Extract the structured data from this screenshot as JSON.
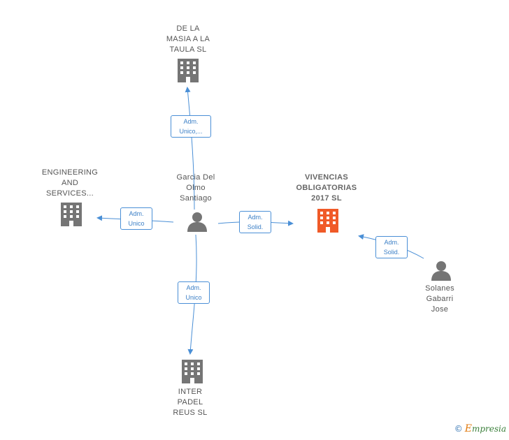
{
  "nodes": {
    "masia": {
      "label_lines": [
        "DE LA",
        "MASIA A LA",
        "TAULA  SL"
      ],
      "type": "company"
    },
    "engineering": {
      "label_lines": [
        "ENGINEERING",
        "AND",
        "SERVICES..."
      ],
      "type": "company"
    },
    "vivencias": {
      "label_lines": [
        "VIVENCIAS",
        "OBLIGATORIAS",
        "2017  SL"
      ],
      "type": "company-focus"
    },
    "inter_padel": {
      "label_lines": [
        "INTER",
        "PADEL",
        "REUS  SL"
      ],
      "type": "company"
    },
    "garcia": {
      "label_lines": [
        "Garcia Del",
        "Olmo",
        "Santiago"
      ],
      "type": "person"
    },
    "solanes": {
      "label_lines": [
        "Solanes",
        "Gabarri",
        "Jose"
      ],
      "type": "person"
    }
  },
  "edges": {
    "garcia_masia": {
      "lines": [
        "Adm.",
        "Unico,..."
      ]
    },
    "garcia_engineering": {
      "lines": [
        "Adm.",
        "Unico"
      ]
    },
    "garcia_vivencias": {
      "lines": [
        "Adm.",
        "Solid."
      ]
    },
    "garcia_inter": {
      "lines": [
        "Adm.",
        "Unico"
      ]
    },
    "solanes_vivencias": {
      "lines": [
        "Adm.",
        "Solid."
      ]
    }
  },
  "colors": {
    "edge": "#4a8fd6",
    "company_icon": "#757575",
    "focus_icon": "#f05a28",
    "person_icon": "#757575"
  },
  "brand": {
    "copyright_symbol": "©",
    "initial": "E",
    "rest": "mpresia"
  }
}
